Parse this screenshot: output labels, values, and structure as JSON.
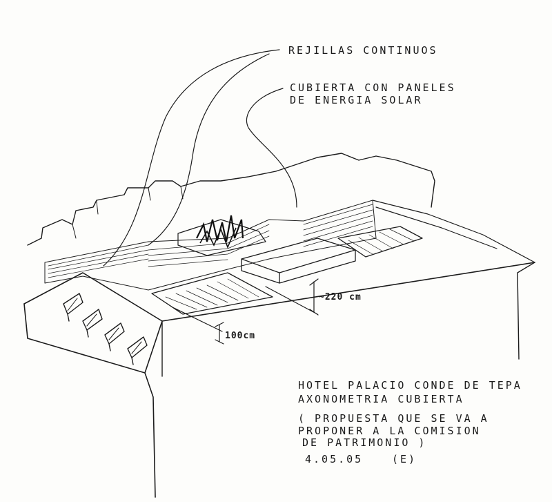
{
  "labels": {
    "rejillas": "REJILLAS CONTINUOS",
    "cubierta_line1": "CUBIERTA CON PANELES",
    "cubierta_line2": "DE ENERGIA SOLAR"
  },
  "dimensions": {
    "upper": "~220 cm",
    "lower": "100cm"
  },
  "notes": {
    "line1": "HOTEL PALACIO CONDE DE TEPA",
    "line2": "AXONOMETRIA CUBIERTA",
    "line3": "( PROPUESTA QUE SE VA A",
    "line4": "PROPONER A LA COMISION",
    "line5": "DE PATRIMONIO )",
    "date": "4.05.05",
    "initials": "(E)"
  }
}
